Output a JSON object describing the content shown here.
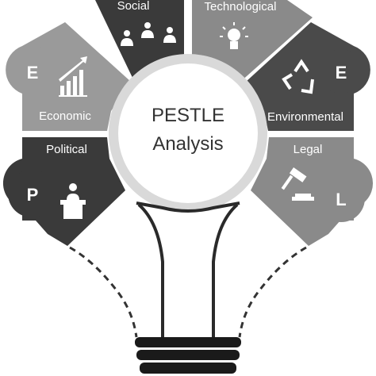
{
  "center": {
    "line1": "PESTLE",
    "line2": "Analysis"
  },
  "segments": [
    {
      "id": "social",
      "label": "Social",
      "letter": "",
      "color": "#3a3a3a",
      "icon": "people-icon"
    },
    {
      "id": "technological",
      "label": "Technological",
      "letter": "",
      "color": "#8a8a8a",
      "icon": "lightbulb-icon"
    },
    {
      "id": "environmental",
      "label": "Environmental",
      "letter": "E",
      "color": "#4a4a4a",
      "icon": "recycle-icon"
    },
    {
      "id": "legal",
      "label": "Legal",
      "letter": "L",
      "color": "#8a8a8a",
      "icon": "gavel-icon"
    },
    {
      "id": "political",
      "label": "Political",
      "letter": "P",
      "color": "#3a3a3a",
      "icon": "podium-speaker-icon"
    },
    {
      "id": "economic",
      "label": "Economic",
      "letter": "E",
      "color": "#9a9a9a",
      "icon": "growth-chart-icon"
    }
  ]
}
